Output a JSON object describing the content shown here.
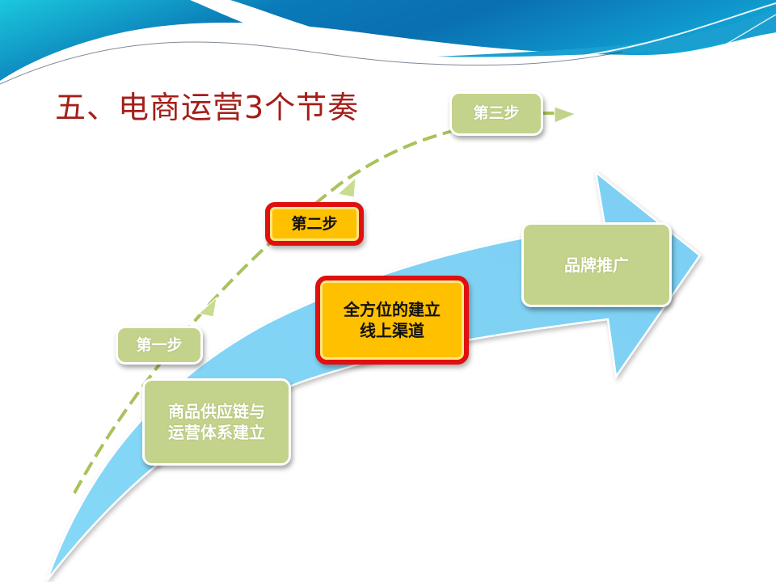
{
  "slide": {
    "title": "五、电商运营3个节奏"
  },
  "steps": [
    {
      "label": "第一步",
      "style": "green"
    },
    {
      "label": "第二步",
      "style": "highlight"
    },
    {
      "label": "第三步",
      "style": "green"
    }
  ],
  "stages": [
    {
      "line1": "商品供应链与",
      "line2": "运营体系建立",
      "style": "green"
    },
    {
      "line1": "全方位的建立",
      "line2": "线上渠道",
      "style": "highlight"
    },
    {
      "line1": "品牌推广",
      "line2": "",
      "style": "green"
    }
  ],
  "colors": {
    "title": "#a31f1a",
    "green_box": "#c3d38c",
    "highlight_fill": "#ffc000",
    "highlight_border": "#e01010",
    "arrow": "#7fd3f5",
    "dashed_path": "#a9c25a",
    "header_wave_dark": "#0a73b5",
    "header_wave_light": "#1cc8dc"
  }
}
